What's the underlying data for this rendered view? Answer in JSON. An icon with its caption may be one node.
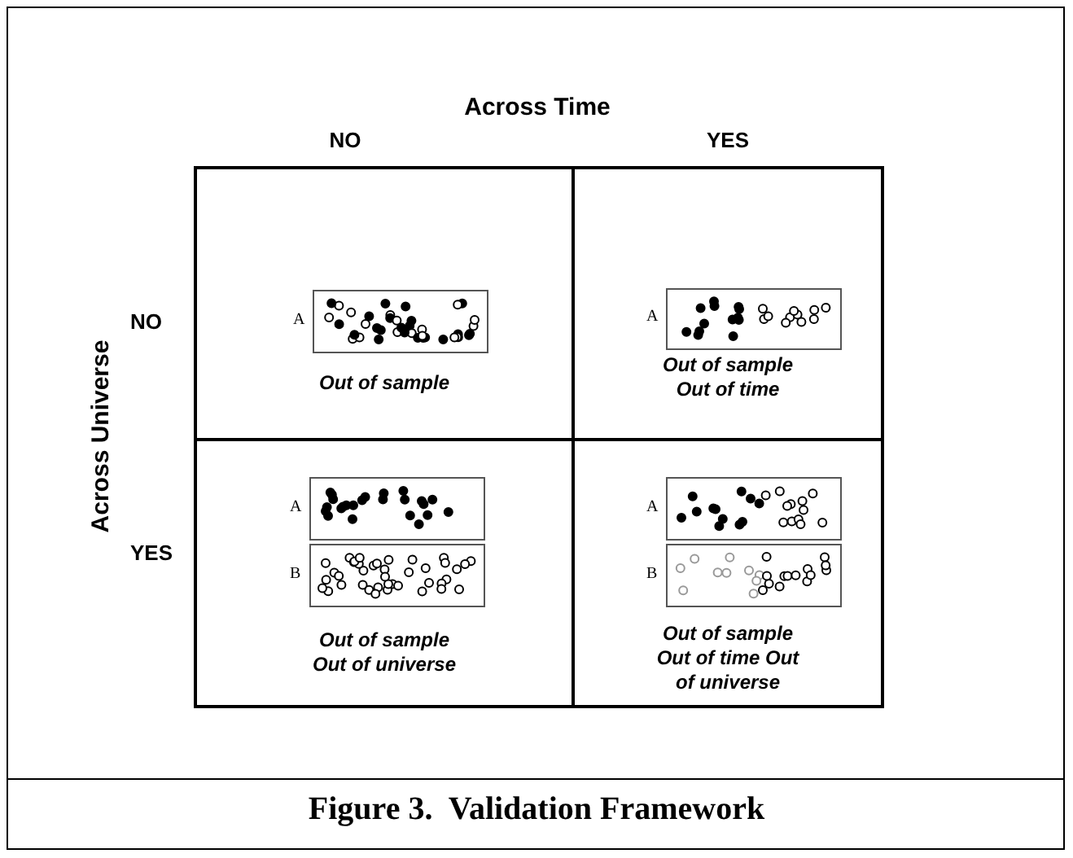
{
  "diagram": {
    "caption": "Figure 3.  Validation Framework",
    "nodes": [
      {
        "text": [
          "Out of sample"
        ]
      },
      {
        "text": [],
        "shape": "box",
        "beside": [
          "A"
        ],
        "in": 0
      },
      {
        "text": [
          "Out of sample Out of time"
        ]
      },
      {
        "text": [],
        "shape": "box",
        "beside": [
          "A"
        ],
        "in": 2
      },
      {
        "text": [
          "Out of sample Out of universe"
        ]
      },
      {
        "text": [],
        "shape": "box",
        "beside": [
          "A"
        ],
        "in": 4
      },
      {
        "text": [],
        "shape": "box",
        "beside": [
          "B"
        ],
        "in": 4
      },
      {
        "text": [
          "Out of sample Out of time Out of universe"
        ]
      },
      {
        "text": [],
        "shape": "box",
        "beside": [
          "A"
        ],
        "in": 7
      },
      {
        "text": [],
        "shape": "box",
        "beside": [
          "B"
        ],
        "in": 7
      }
    ],
    "edges": [],
    "labels": [
      "Across Time",
      "NO",
      "YES",
      "Across Universe",
      "NO",
      "YES"
    ]
  }
}
